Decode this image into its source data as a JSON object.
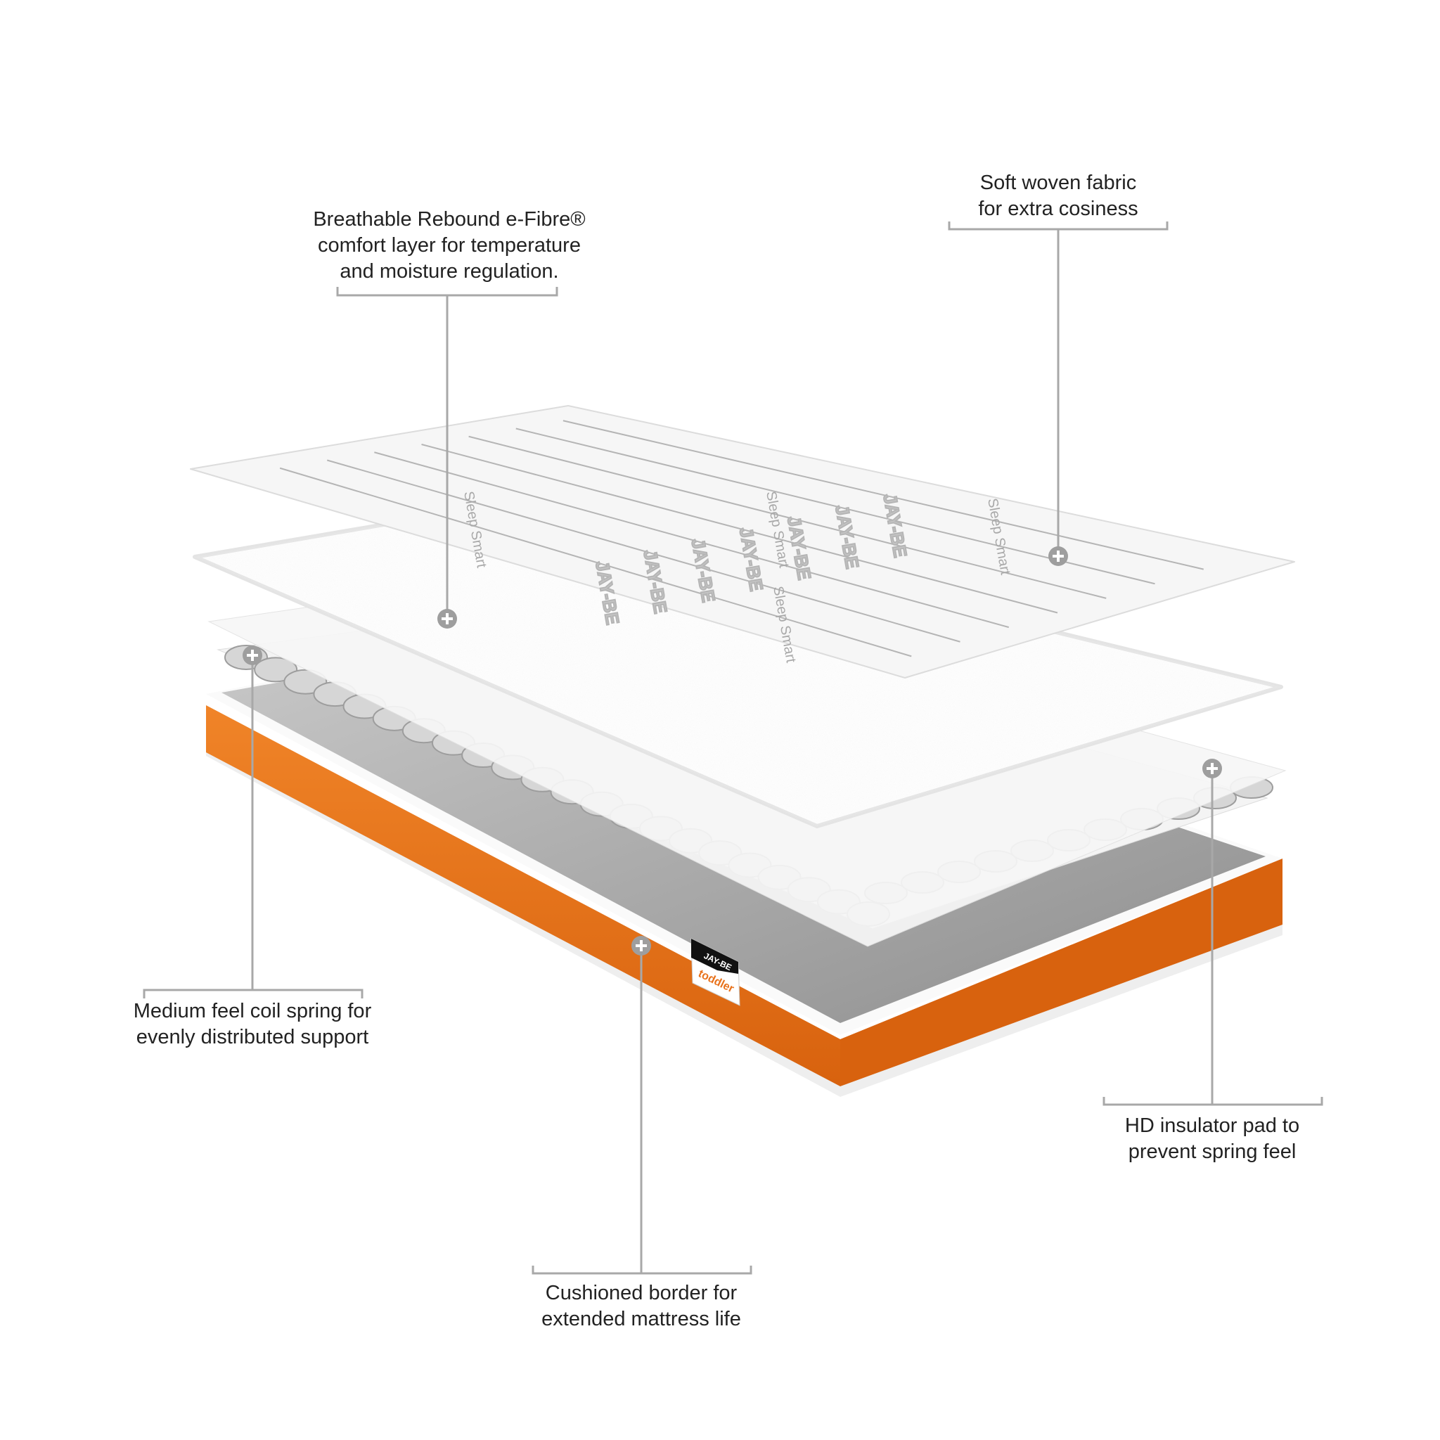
{
  "callouts": [
    {
      "id": "comfort-layer",
      "lines": [
        "Breathable Rebound e-Fibre®",
        "comfort layer for temperature",
        "and moisture regulation."
      ]
    },
    {
      "id": "fabric",
      "lines": [
        "Soft woven fabric",
        "for extra cosiness"
      ]
    },
    {
      "id": "coil-spring",
      "lines": [
        "Medium feel coil spring for",
        "evenly distributed support"
      ]
    },
    {
      "id": "insulator",
      "lines": [
        "HD insulator pad to",
        "prevent spring feel"
      ]
    },
    {
      "id": "border",
      "lines": [
        "Cushioned border for",
        "extended mattress life"
      ]
    }
  ],
  "brand_label": {
    "brand": "JAY-BE",
    "product": "toddler"
  },
  "fabric_print": {
    "logo": "JAY-BE",
    "tagline": "Sleep Smart"
  },
  "colors": {
    "orange": "#e8721c",
    "grey_panel": "#9a9a9a",
    "leader_line": "#a8a8a8",
    "text": "#222222"
  },
  "icons": {
    "marker": "plus-circle-icon"
  }
}
